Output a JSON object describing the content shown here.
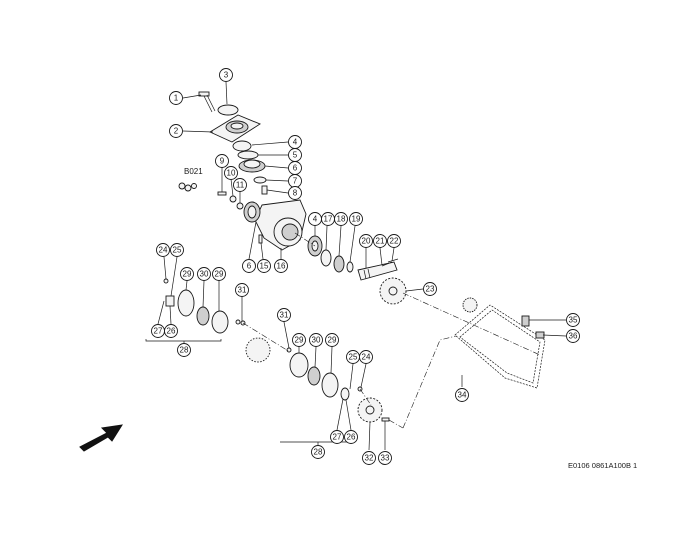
{
  "drawing": {
    "reference_code": "E0106 0861A100B 1",
    "subassembly_label": "B021"
  },
  "callouts": [
    "1",
    "2",
    "3",
    "4",
    "5",
    "6",
    "7",
    "8",
    "9",
    "10",
    "11",
    "6",
    "15",
    "16",
    "4",
    "17",
    "18",
    "19",
    "20",
    "21",
    "22",
    "23",
    "24",
    "25",
    "29",
    "30",
    "29",
    "31",
    "27",
    "26",
    "28",
    "31",
    "29",
    "30",
    "29",
    "25",
    "24",
    "27",
    "26",
    "28",
    "32",
    "33",
    "34",
    "35",
    "36"
  ],
  "colors": {
    "line": "#1a1a1a",
    "fill": "#f4f4f4",
    "shade": "#cfcfcf",
    "background": "#ffffff"
  }
}
